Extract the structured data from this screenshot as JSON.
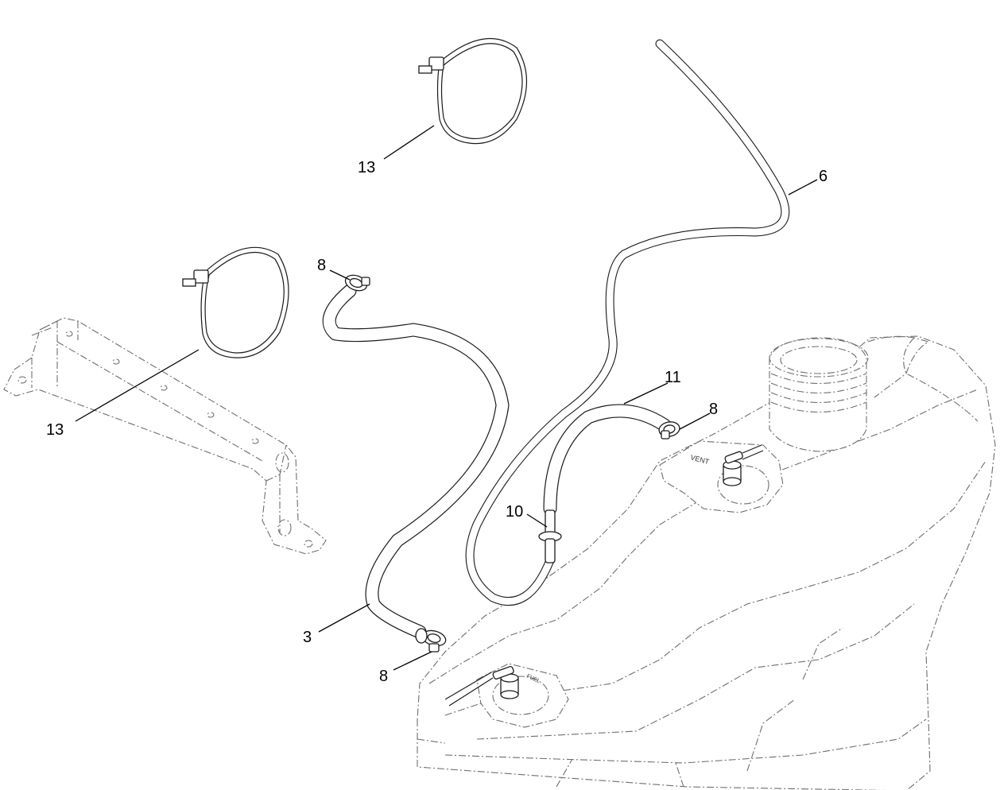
{
  "callouts": [
    {
      "id": "tie-top",
      "label": "13"
    },
    {
      "id": "tie-left",
      "label": "13"
    },
    {
      "id": "vent-hose",
      "label": "6"
    },
    {
      "id": "clamp-top",
      "label": "8"
    },
    {
      "id": "hose-short",
      "label": "11"
    },
    {
      "id": "clamp-right",
      "label": "8"
    },
    {
      "id": "valve",
      "label": "10"
    },
    {
      "id": "hose-long",
      "label": "3"
    },
    {
      "id": "clamp-bottom",
      "label": "8"
    }
  ],
  "tank_markings": {
    "vent": "VENT",
    "fuel": "FUEL"
  }
}
